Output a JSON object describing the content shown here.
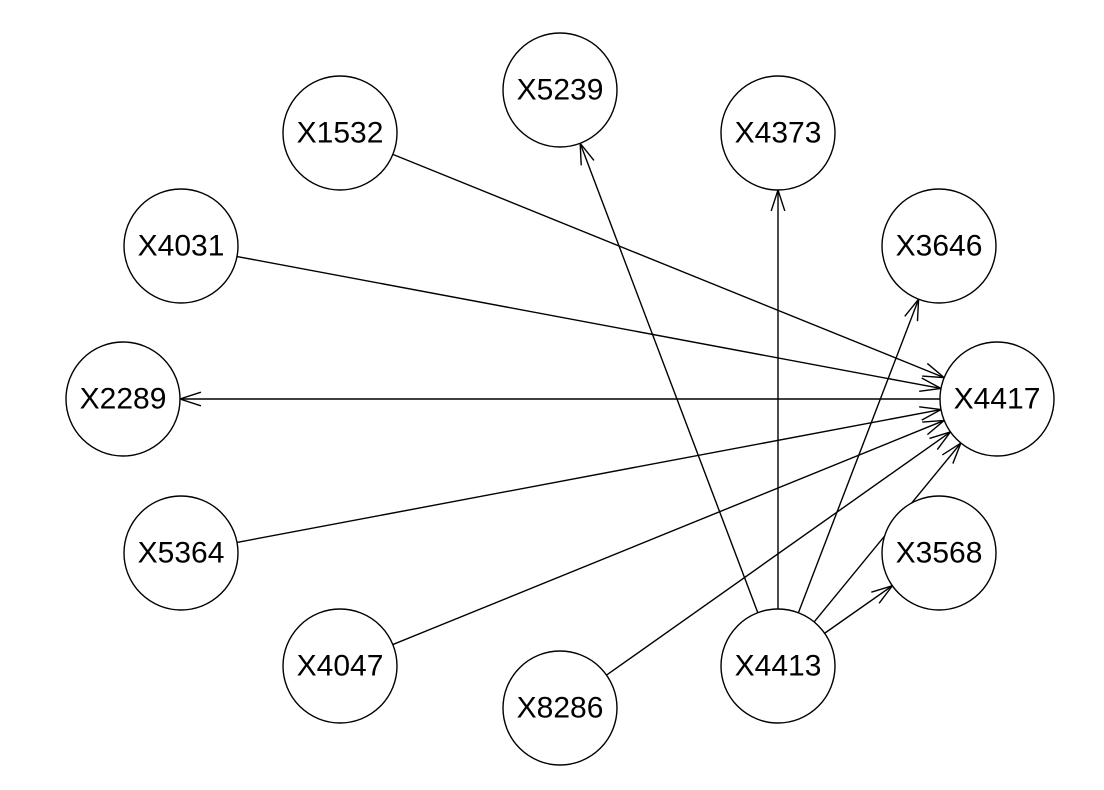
{
  "diagram": {
    "type": "directed-graph",
    "stroke_color": "#000000",
    "node_fill": "#ffffff",
    "nodes": [
      {
        "id": "X5239",
        "label": "X5239"
      },
      {
        "id": "X1532",
        "label": "X1532"
      },
      {
        "id": "X4373",
        "label": "X4373"
      },
      {
        "id": "X4031",
        "label": "X4031"
      },
      {
        "id": "X3646",
        "label": "X3646"
      },
      {
        "id": "X2289",
        "label": "X2289"
      },
      {
        "id": "X4417",
        "label": "X4417"
      },
      {
        "id": "X5364",
        "label": "X5364"
      },
      {
        "id": "X3568",
        "label": "X3568"
      },
      {
        "id": "X4047",
        "label": "X4047"
      },
      {
        "id": "X4413",
        "label": "X4413"
      },
      {
        "id": "X8286",
        "label": "X8286"
      }
    ],
    "edges": [
      {
        "from": "X1532",
        "to": "X4417"
      },
      {
        "from": "X4031",
        "to": "X4417"
      },
      {
        "from": "X4417",
        "to": "X2289"
      },
      {
        "from": "X5364",
        "to": "X4417"
      },
      {
        "from": "X4047",
        "to": "X4417"
      },
      {
        "from": "X8286",
        "to": "X4417"
      },
      {
        "from": "X4413",
        "to": "X5239"
      },
      {
        "from": "X4413",
        "to": "X4373"
      },
      {
        "from": "X4413",
        "to": "X3646"
      },
      {
        "from": "X4413",
        "to": "X4417"
      },
      {
        "from": "X4413",
        "to": "X3568"
      }
    ]
  }
}
